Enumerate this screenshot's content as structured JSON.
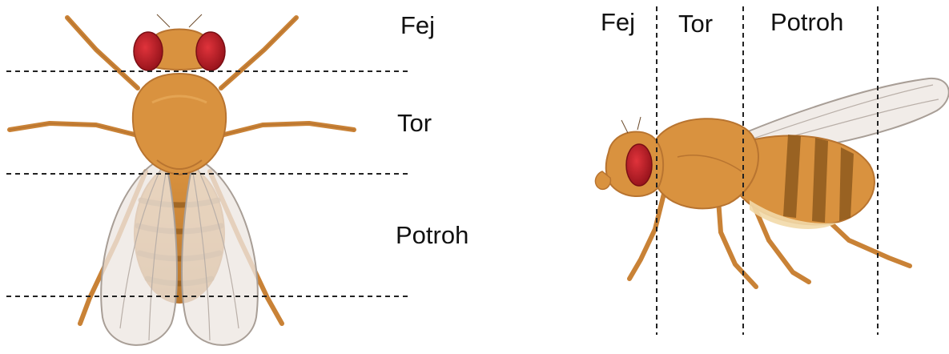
{
  "labels": {
    "head": "Fej",
    "thorax": "Tor",
    "abdomen": "Potroh"
  },
  "colors": {
    "body": "#D9923F",
    "body_light": "#E8AC5C",
    "outline": "#B87430",
    "abdomen_band": "#8E5A1E",
    "eye": "#C8202A",
    "eye_dark": "#8F1018",
    "wing": "#EDE7E2",
    "wing_vein": "#B9AFA8",
    "divider": "#222222"
  },
  "icons": {
    "dorsal_view": "fruit-fly-dorsal-icon",
    "lateral_view": "fruit-fly-lateral-icon"
  }
}
